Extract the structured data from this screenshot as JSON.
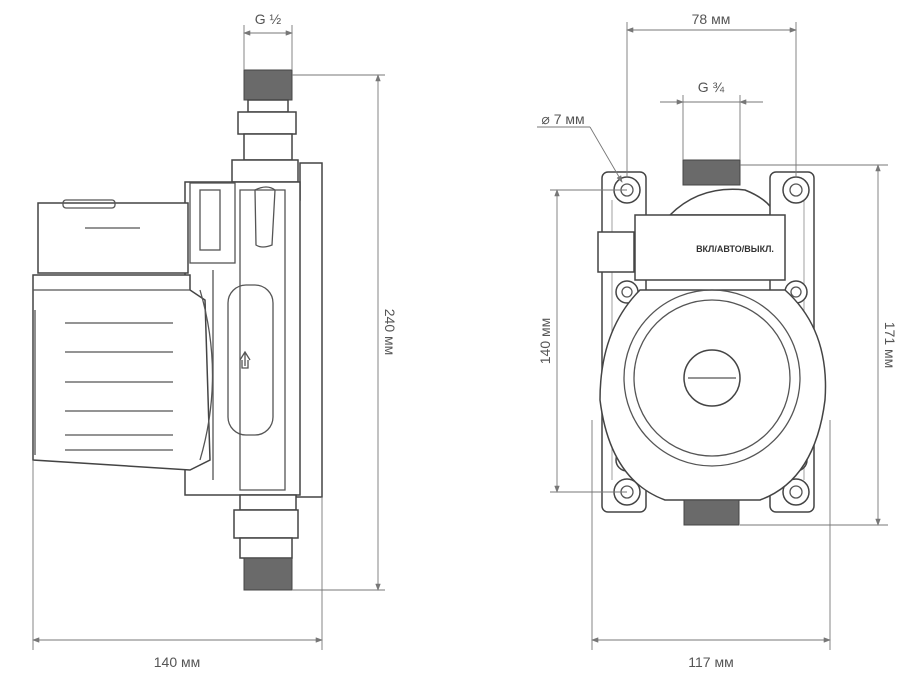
{
  "left_view": {
    "dim_inlet_thread": "G ½",
    "dim_height": "240 мм",
    "dim_depth": "140 мм"
  },
  "right_view": {
    "dim_mount_spacing": "78 мм",
    "dim_outlet_thread": "G ¾",
    "dim_hole": "⌀ 7 мм",
    "dim_mount_vertical": "140 мм",
    "dim_total_height": "171 мм",
    "dim_width": "117 мм",
    "switch_label": "ВКЛ/АВТО/ВЫКЛ."
  }
}
